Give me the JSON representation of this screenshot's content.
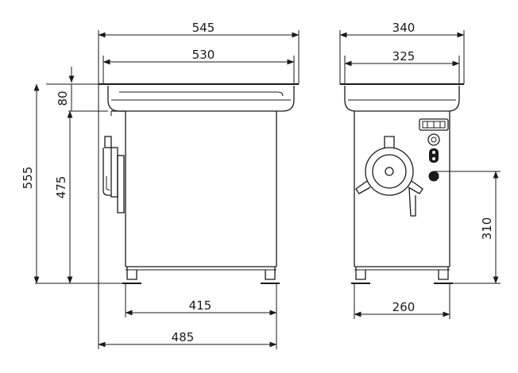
{
  "dimensions": {
    "front_width_outer": "545",
    "front_width_inner": "530",
    "side_width_outer": "340",
    "side_width_inner": "325",
    "total_height": "555",
    "body_height": "475",
    "lid_height": "80",
    "base_width_front": "415",
    "total_depth_front": "485",
    "base_width_side": "260",
    "outlet_height": "310"
  }
}
